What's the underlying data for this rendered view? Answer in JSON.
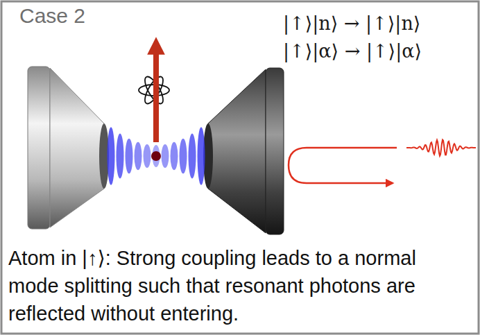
{
  "diagram": {
    "title": "Case 2",
    "caption": "Atom in |↑⟩: Strong coupling leads to a normal mode splitting such that resonant photons are reflected without entering.",
    "labels": [
      "|↑⟩|n⟩ → |↑⟩|n⟩",
      "|↑⟩|α⟩ → |↑⟩|α⟩"
    ]
  }
}
